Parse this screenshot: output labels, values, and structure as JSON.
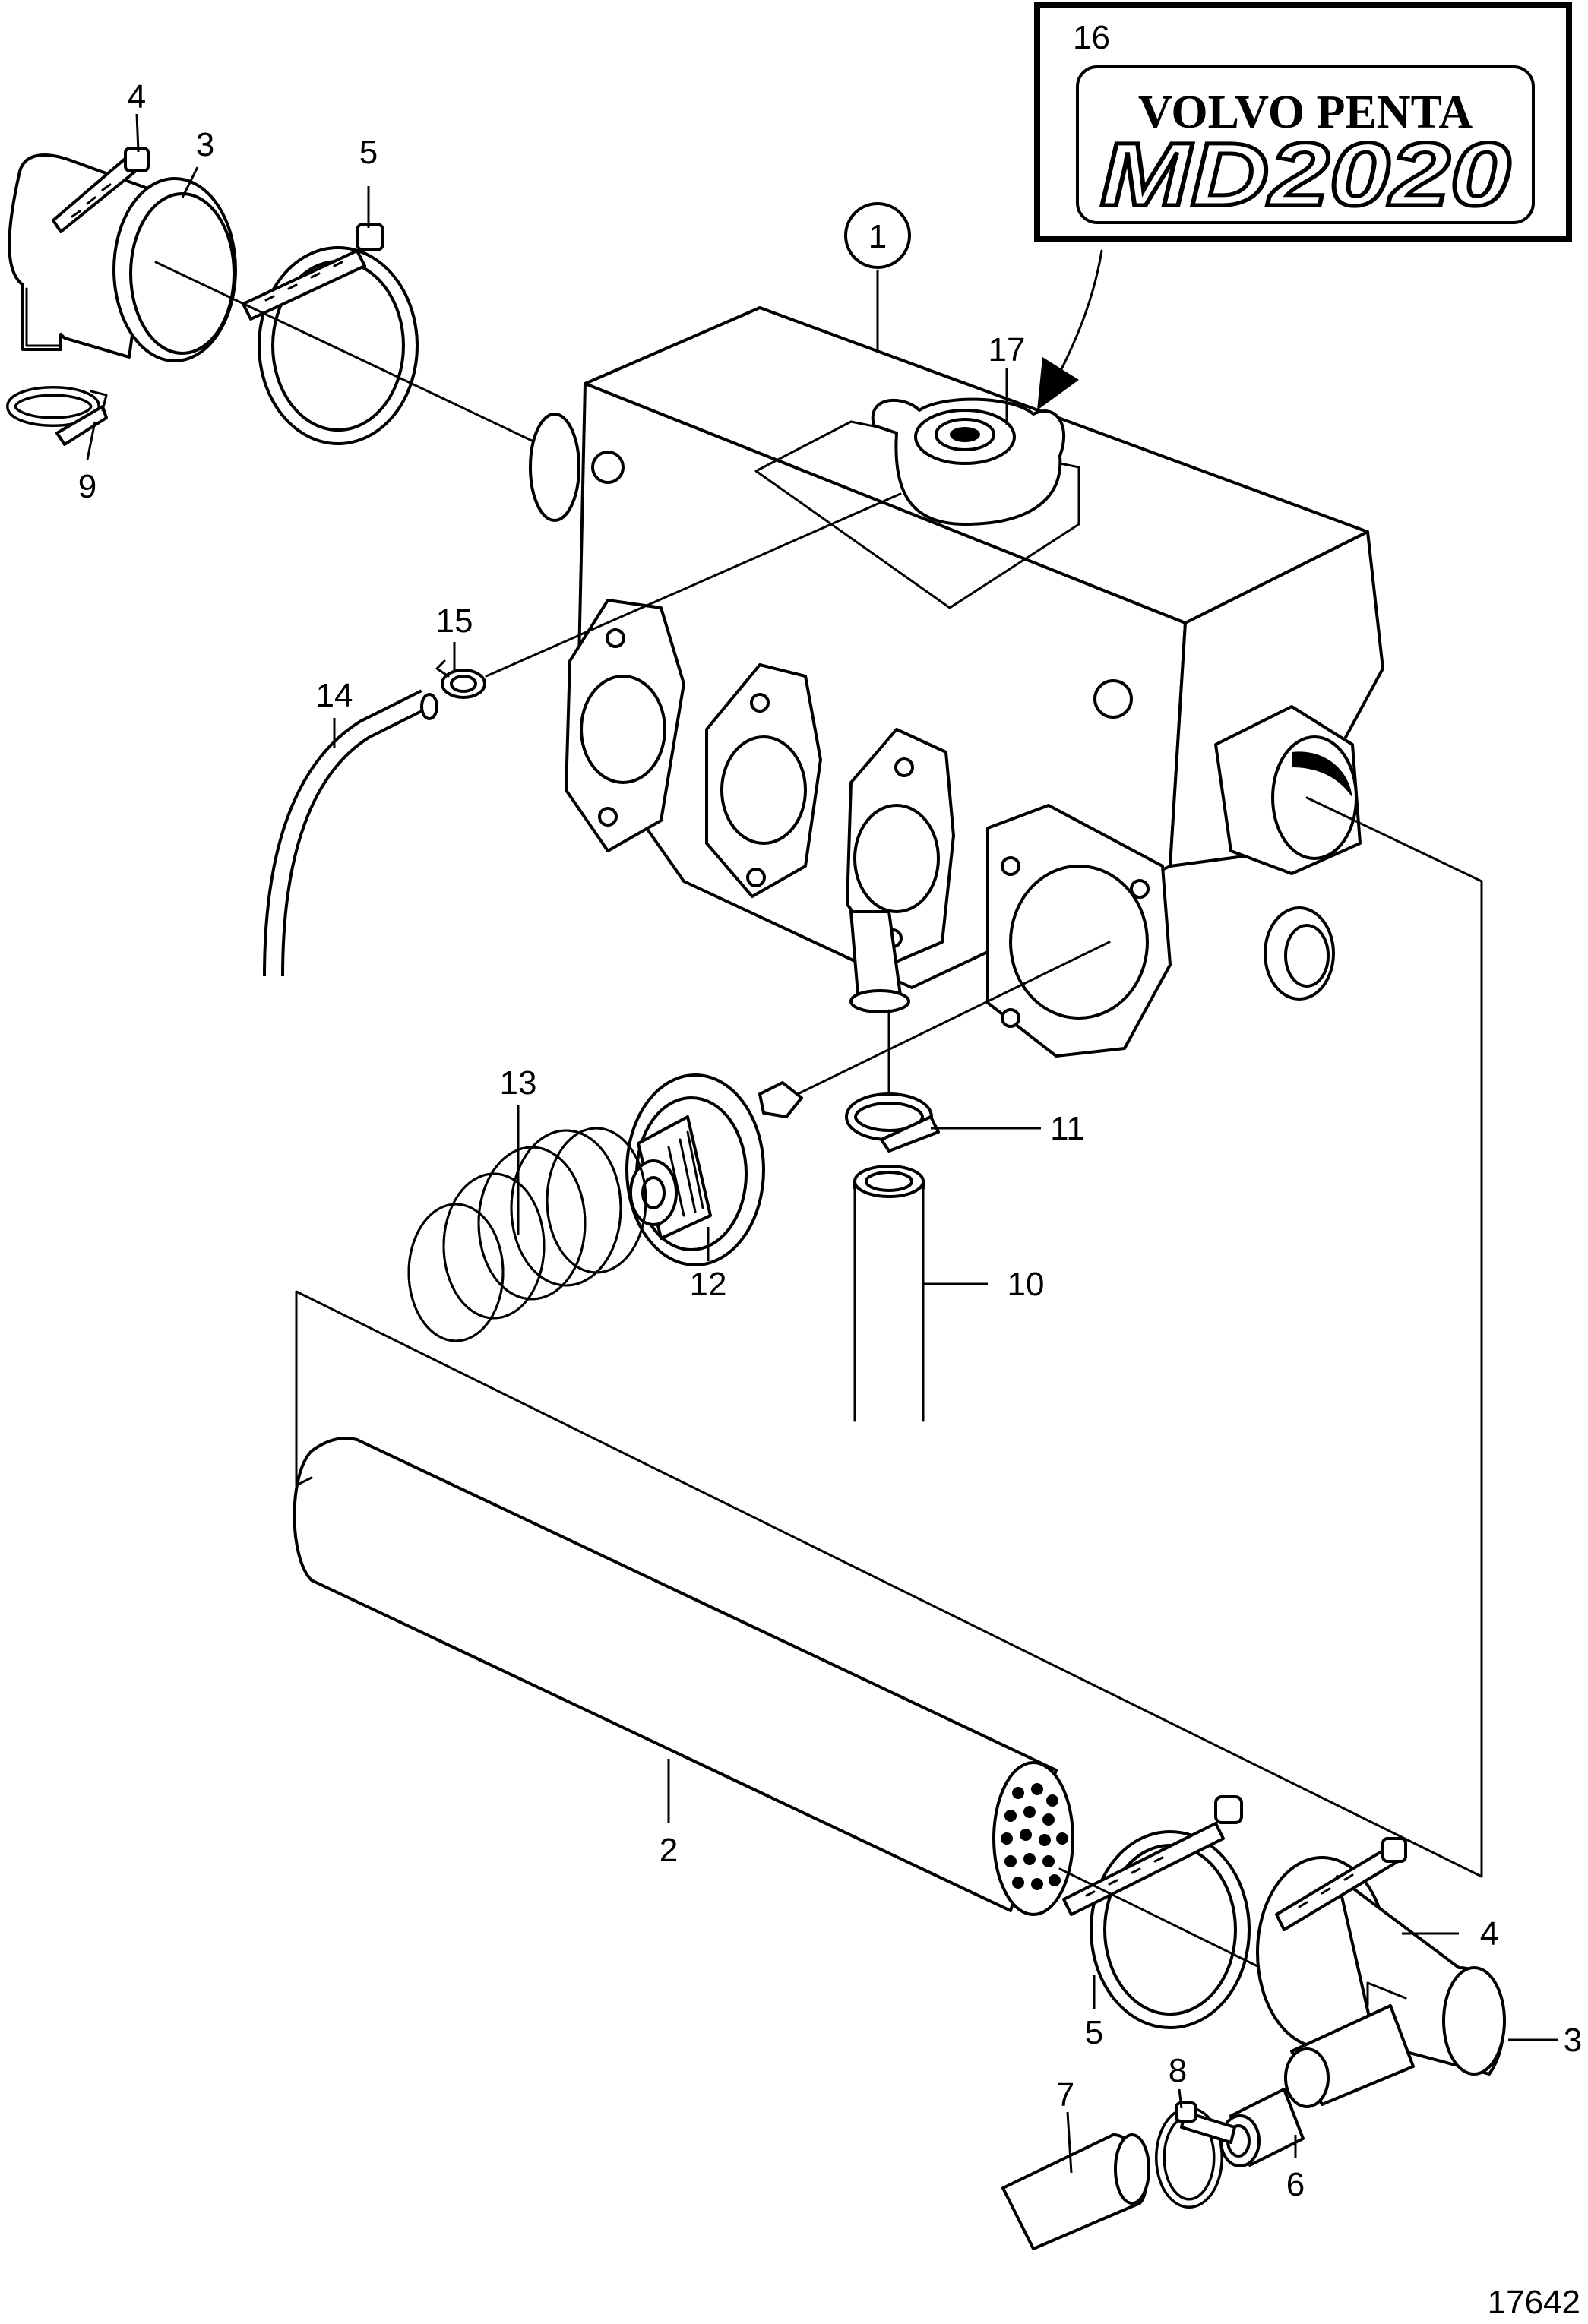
{
  "decal": {
    "callout": "16",
    "brand": "VOLVO PENTA",
    "model": "MD2020"
  },
  "callouts": {
    "c1": "1",
    "c2": "2",
    "c3a": "3",
    "c3b": "3",
    "c4a": "4",
    "c4b": "4",
    "c5a": "5",
    "c5b": "5",
    "c6": "6",
    "c7": "7",
    "c8": "8",
    "c9": "9",
    "c10": "10",
    "c11": "11",
    "c12": "12",
    "c13": "13",
    "c14": "14",
    "c15": "15",
    "c17": "17"
  },
  "figure_number": "17642"
}
